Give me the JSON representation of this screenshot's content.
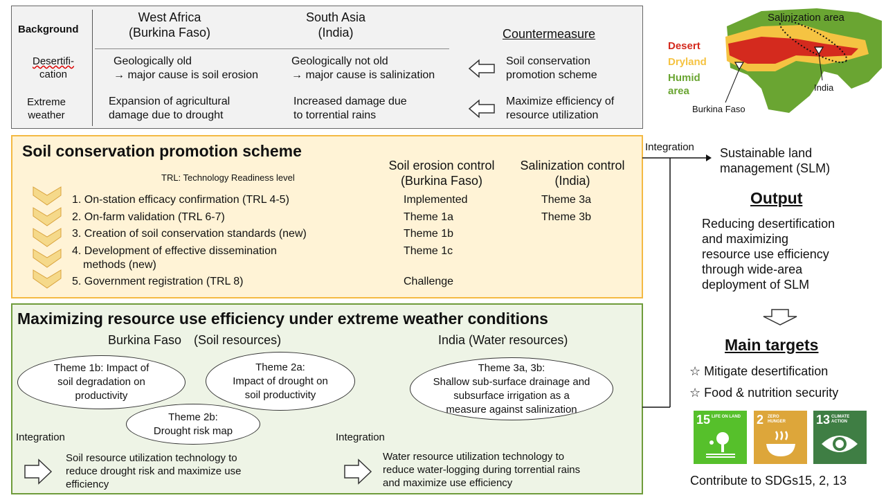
{
  "background": {
    "title": "Background",
    "west_africa": "West Africa",
    "west_africa_country": "(Burkina Faso)",
    "south_asia": "South Asia",
    "south_asia_country": "(India)",
    "countermeasure": "Countermeasure",
    "rows": [
      {
        "label1": "Desertifi-",
        "label2": "cation",
        "wa1": "Geologically old",
        "wa2": "→ major cause is soil erosion",
        "sa1": "Geologically not old",
        "sa2": "→ major cause is salinization",
        "cm1": "Soil conservation",
        "cm2": "promotion scheme"
      },
      {
        "label1": "Extreme",
        "label2": "weather",
        "wa1": "Expansion of agricultural",
        "wa2": "damage due to drought",
        "sa1": "Increased damage due",
        "sa2": "to torrential rains",
        "cm1": "Maximize efficiency of",
        "cm2": "resource utilization"
      }
    ]
  },
  "map": {
    "salinization": "Salinization area",
    "desert": "Desert",
    "dryland": "Dryland",
    "humid1": "Humid",
    "humid2": "area",
    "india": "India",
    "burkina": "Burkina Faso",
    "colors": {
      "desert": "#d42a1e",
      "dryland": "#f5c342",
      "humid": "#6aa532"
    }
  },
  "scp": {
    "title": "Soil conservation promotion scheme",
    "trl_note": "TRL: Technology Readiness level",
    "col1_a": "Soil erosion control",
    "col1_b": "(Burkina Faso)",
    "col2_a": "Salinization control",
    "col2_b": "(India)",
    "steps": [
      {
        "text": "1. On-station efficacy confirmation (TRL 4-5)",
        "bf": "Implemented",
        "in": "Theme 3a"
      },
      {
        "text": "2. On-farm validation (TRL 6-7)",
        "bf": "Theme 1a",
        "in": "Theme 3b"
      },
      {
        "text": "3. Creation of soil conservation standards (new)",
        "bf": "Theme 1b",
        "in": ""
      },
      {
        "text": "4. Development of effective dissemination",
        "text2": "methods (new)",
        "bf": "Theme 1c",
        "in": ""
      },
      {
        "text": "5. Government registration (TRL 8)",
        "bf": "Challenge",
        "in": ""
      }
    ]
  },
  "mre": {
    "title": "Maximizing resource use efficiency under extreme weather conditions",
    "bf_head": "Burkina Faso　(Soil resources)",
    "in_head": "India (Water resources)",
    "e1": [
      "Theme 1b: Impact of",
      "soil degradation on",
      "productivity"
    ],
    "e2": [
      "Theme 2a:",
      "Impact of drought on",
      "soil productivity"
    ],
    "e3": [
      "Theme 2b:",
      "Drought risk map"
    ],
    "e4": [
      "Theme 3a, 3b:",
      "Shallow sub-surface drainage and",
      "subsurface irrigation as a",
      "measure against salinization"
    ],
    "integration": "Integration",
    "bf_out": [
      "Soil resource utilization technology to",
      "reduce drought risk and maximize use",
      "efficiency"
    ],
    "in_out": [
      "Water resource utilization technology to",
      "reduce water-logging during torrential rains",
      "and maximize use efficiency"
    ]
  },
  "right": {
    "integration": "Integration",
    "slm1": "Sustainable land",
    "slm2": "management (SLM)",
    "output": "Output",
    "output_text": [
      "Reducing desertification",
      "and maximizing",
      "resource use efficiency",
      "through wide-area",
      "deployment of SLM"
    ],
    "main_targets": "Main targets",
    "target1": "☆ Mitigate desertification",
    "target2": "☆ Food & nutrition security",
    "sdg15": "15",
    "sdg15_l": "LIFE ON LAND",
    "sdg2": "2",
    "sdg2_l": "ZERO HUNGER",
    "sdg13": "13",
    "sdg13_l": "CLIMATE ACTION",
    "sdg_colors": {
      "s15": "#56c02b",
      "s2": "#dda63a",
      "s13": "#3f7e44"
    },
    "contribute": "Contribute to SDGs15, 2, 13"
  }
}
